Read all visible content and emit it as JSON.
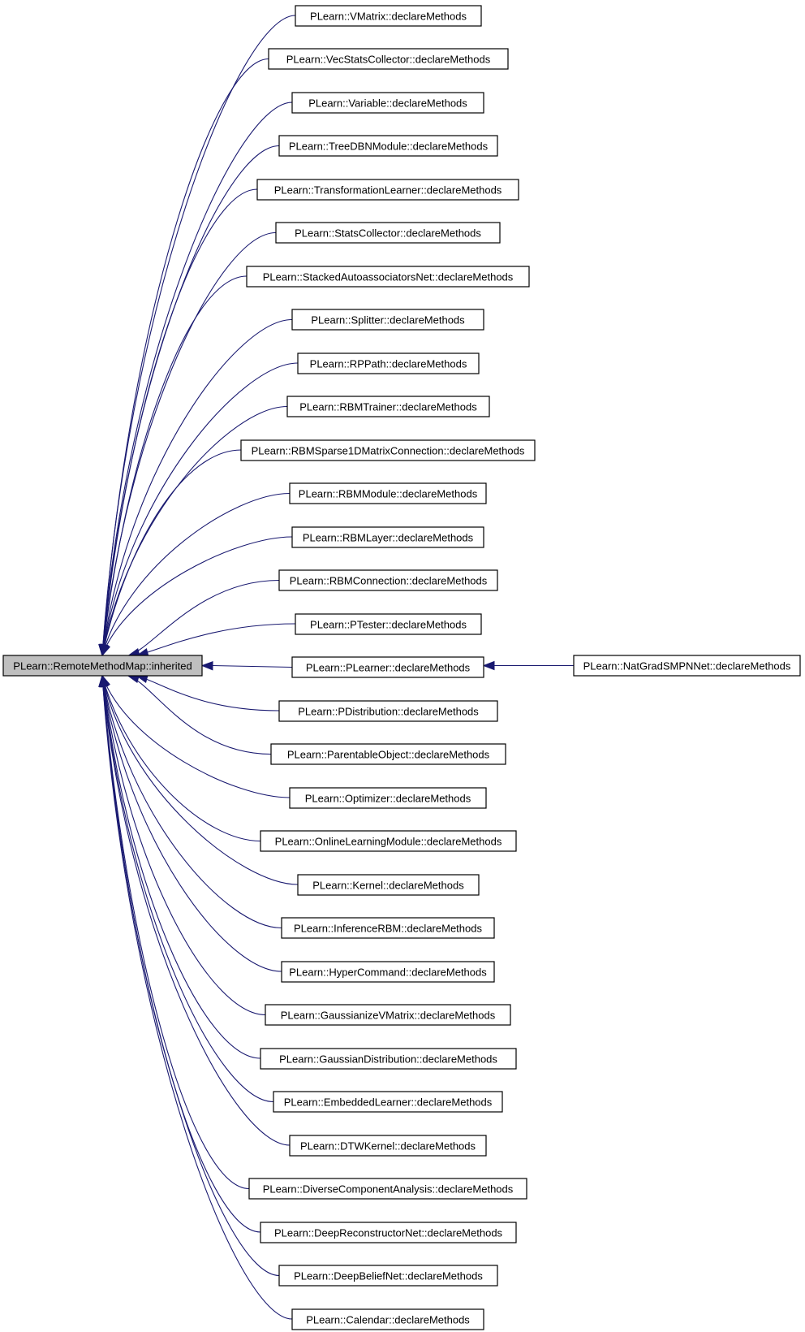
{
  "colors": {
    "edge": "#191970",
    "root_fill": "#bfbfbf",
    "node_fill": "#ffffff",
    "border": "#000000"
  },
  "root": {
    "label": "PLearn::RemoteMethodMap::inherited"
  },
  "children": [
    {
      "label": "PLearn::VMatrix::declareMethods"
    },
    {
      "label": "PLearn::VecStatsCollector::declareMethods"
    },
    {
      "label": "PLearn::Variable::declareMethods"
    },
    {
      "label": "PLearn::TreeDBNModule::declareMethods"
    },
    {
      "label": "PLearn::TransformationLearner::declareMethods"
    },
    {
      "label": "PLearn::StatsCollector::declareMethods"
    },
    {
      "label": "PLearn::StackedAutoassociatorsNet::declareMethods"
    },
    {
      "label": "PLearn::Splitter::declareMethods"
    },
    {
      "label": "PLearn::RPPath::declareMethods"
    },
    {
      "label": "PLearn::RBMTrainer::declareMethods"
    },
    {
      "label": "PLearn::RBMSparse1DMatrixConnection::declareMethods"
    },
    {
      "label": "PLearn::RBMModule::declareMethods"
    },
    {
      "label": "PLearn::RBMLayer::declareMethods"
    },
    {
      "label": "PLearn::RBMConnection::declareMethods"
    },
    {
      "label": "PLearn::PTester::declareMethods"
    },
    {
      "label": "PLearn::PLearner::declareMethods"
    },
    {
      "label": "PLearn::PDistribution::declareMethods"
    },
    {
      "label": "PLearn::ParentableObject::declareMethods"
    },
    {
      "label": "PLearn::Optimizer::declareMethods"
    },
    {
      "label": "PLearn::OnlineLearningModule::declareMethods"
    },
    {
      "label": "PLearn::Kernel::declareMethods"
    },
    {
      "label": "PLearn::InferenceRBM::declareMethods"
    },
    {
      "label": "PLearn::HyperCommand::declareMethods"
    },
    {
      "label": "PLearn::GaussianizeVMatrix::declareMethods"
    },
    {
      "label": "PLearn::GaussianDistribution::declareMethods"
    },
    {
      "label": "PLearn::EmbeddedLearner::declareMethods"
    },
    {
      "label": "PLearn::DTWKernel::declareMethods"
    },
    {
      "label": "PLearn::DiverseComponentAnalysis::declareMethods"
    },
    {
      "label": "PLearn::DeepReconstructorNet::declareMethods"
    },
    {
      "label": "PLearn::DeepBeliefNet::declareMethods"
    },
    {
      "label": "PLearn::Calendar::declareMethods"
    }
  ],
  "grandchild": {
    "label": "PLearn::NatGradSMPNNet::declareMethods",
    "parent": "PLearn::PLearner::declareMethods"
  }
}
